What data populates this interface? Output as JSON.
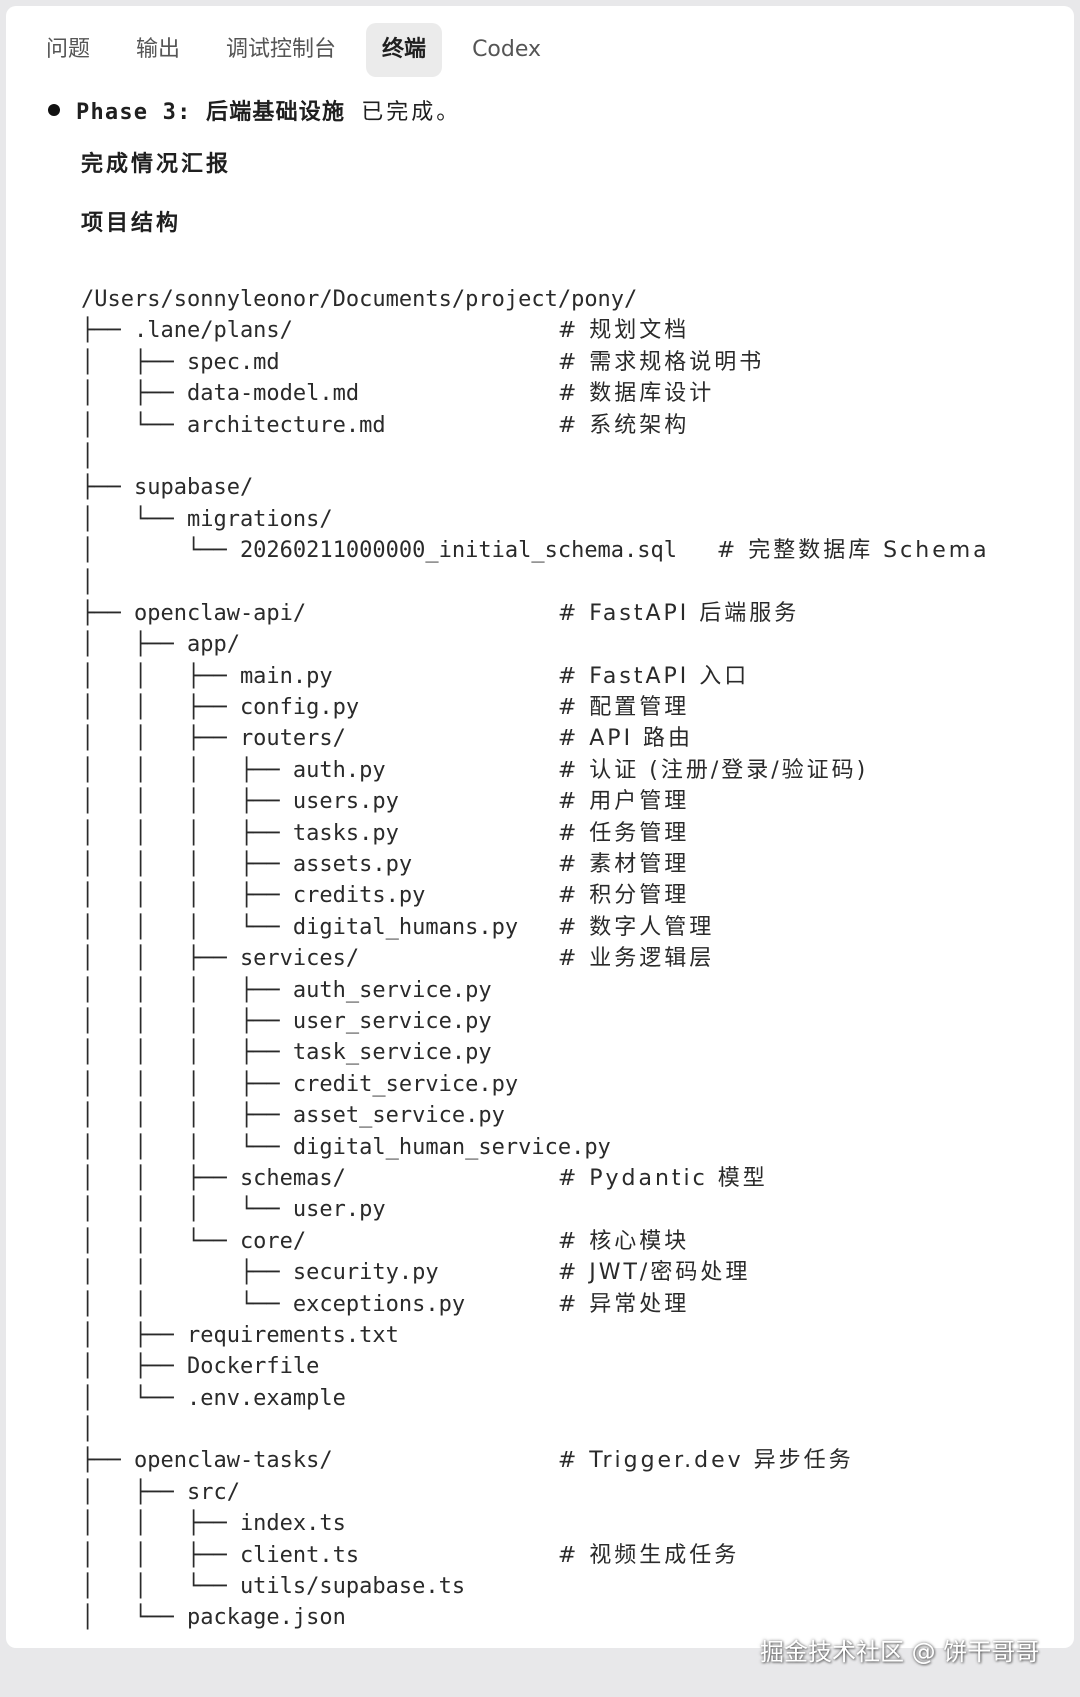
{
  "tabs": [
    {
      "label": "问题",
      "active": false
    },
    {
      "label": "输出",
      "active": false
    },
    {
      "label": "调试控制台",
      "active": false
    },
    {
      "label": "终端",
      "active": true
    },
    {
      "label": "Codex",
      "active": false
    }
  ],
  "status": {
    "phase": "Phase 3: 后端基础设施",
    "state": "已完成。"
  },
  "headings": {
    "report": "完成情况汇报",
    "structure": "项目结构"
  },
  "tree": [
    {
      "t": "/Users/sonnyleonor/Documents/project/pony/",
      "c": ""
    },
    {
      "t": "├── .lane/plans/                    ",
      "c": "# 规划文档"
    },
    {
      "t": "│   ├── spec.md                     ",
      "c": "# 需求规格说明书"
    },
    {
      "t": "│   ├── data-model.md               ",
      "c": "# 数据库设计"
    },
    {
      "t": "│   └── architecture.md             ",
      "c": "# 系统架构"
    },
    {
      "t": "│",
      "c": ""
    },
    {
      "t": "├── supabase/",
      "c": ""
    },
    {
      "t": "│   └── migrations/",
      "c": ""
    },
    {
      "t": "│       └── 20260211000000_initial_schema.sql   ",
      "c": "# 完整数据库 Schema"
    },
    {
      "t": "│",
      "c": ""
    },
    {
      "t": "├── openclaw-api/                   ",
      "c": "# FastAPI 后端服务"
    },
    {
      "t": "│   ├── app/",
      "c": ""
    },
    {
      "t": "│   │   ├── main.py                 ",
      "c": "# FastAPI 入口"
    },
    {
      "t": "│   │   ├── config.py               ",
      "c": "# 配置管理"
    },
    {
      "t": "│   │   ├── routers/                ",
      "c": "# API 路由"
    },
    {
      "t": "│   │   │   ├── auth.py             ",
      "c": "# 认证 (注册/登录/验证码)"
    },
    {
      "t": "│   │   │   ├── users.py            ",
      "c": "# 用户管理"
    },
    {
      "t": "│   │   │   ├── tasks.py            ",
      "c": "# 任务管理"
    },
    {
      "t": "│   │   │   ├── assets.py           ",
      "c": "# 素材管理"
    },
    {
      "t": "│   │   │   ├── credits.py          ",
      "c": "# 积分管理"
    },
    {
      "t": "│   │   │   └── digital_humans.py   ",
      "c": "# 数字人管理"
    },
    {
      "t": "│   │   ├── services/               ",
      "c": "# 业务逻辑层"
    },
    {
      "t": "│   │   │   ├── auth_service.py",
      "c": ""
    },
    {
      "t": "│   │   │   ├── user_service.py",
      "c": ""
    },
    {
      "t": "│   │   │   ├── task_service.py",
      "c": ""
    },
    {
      "t": "│   │   │   ├── credit_service.py",
      "c": ""
    },
    {
      "t": "│   │   │   ├── asset_service.py",
      "c": ""
    },
    {
      "t": "│   │   │   └── digital_human_service.py",
      "c": ""
    },
    {
      "t": "│   │   ├── schemas/                ",
      "c": "# Pydantic 模型"
    },
    {
      "t": "│   │   │   └── user.py",
      "c": ""
    },
    {
      "t": "│   │   └── core/                   ",
      "c": "# 核心模块"
    },
    {
      "t": "│   │       ├── security.py         ",
      "c": "# JWT/密码处理"
    },
    {
      "t": "│   │       └── exceptions.py       ",
      "c": "# 异常处理"
    },
    {
      "t": "│   ├── requirements.txt",
      "c": ""
    },
    {
      "t": "│   ├── Dockerfile",
      "c": ""
    },
    {
      "t": "│   └── .env.example",
      "c": ""
    },
    {
      "t": "│",
      "c": ""
    },
    {
      "t": "├── openclaw-tasks/                 ",
      "c": "# Trigger.dev 异步任务"
    },
    {
      "t": "│   ├── src/",
      "c": ""
    },
    {
      "t": "│   │   ├── index.ts",
      "c": ""
    },
    {
      "t": "│   │   ├── client.ts               ",
      "c": "# 视频生成任务"
    },
    {
      "t": "│   │   └── utils/supabase.ts",
      "c": ""
    },
    {
      "t": "│   └── package.json",
      "c": ""
    }
  ],
  "watermark": "掘金技术社区 @ 饼干哥哥"
}
